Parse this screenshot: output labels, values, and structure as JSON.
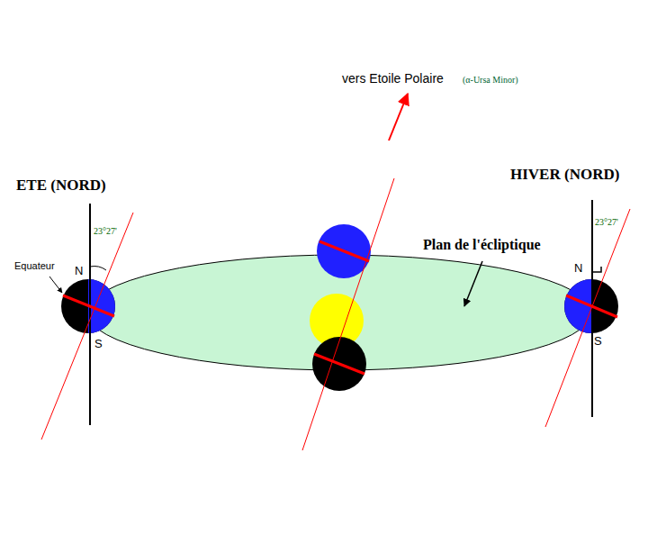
{
  "diagram": {
    "labels": [
      "vers Etoile Polaire",
      "(α-Ursa Minor)",
      "HIVER (NORD)",
      "ETE (NORD)",
      "23°27'",
      "23°27'",
      "Plan de l'écliptique",
      "Equateur",
      "N",
      "N",
      "S",
      "S"
    ]
  }
}
